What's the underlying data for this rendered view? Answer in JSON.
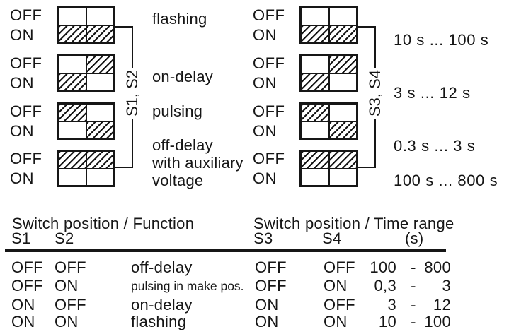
{
  "colors": {
    "ink": "#161616",
    "background": "#ffffff"
  },
  "switch_panel": {
    "off_label": "OFF",
    "on_label": "ON",
    "left_group": {
      "bracket_label": "S1, S2",
      "diagrams": [
        {
          "s_left": "ON",
          "s_right": "ON",
          "label": "flashing"
        },
        {
          "s_left": "ON",
          "s_right": "OFF",
          "label": "on-delay"
        },
        {
          "s_left": "OFF",
          "s_right": "ON",
          "label": "pulsing"
        },
        {
          "s_left": "OFF",
          "s_right": "OFF",
          "label": "off-delay\nwith auxiliary\nvoltage"
        }
      ]
    },
    "right_group": {
      "bracket_label": "S3, S4",
      "diagrams": [
        {
          "s_left": "ON",
          "s_right": "ON",
          "label": "10 s ... 100 s"
        },
        {
          "s_left": "ON",
          "s_right": "OFF",
          "label": "3 s ... 12 s"
        },
        {
          "s_left": "OFF",
          "s_right": "ON",
          "label": "0.3 s ... 3 s"
        },
        {
          "s_left": "OFF",
          "s_right": "OFF",
          "label": "100 s ... 800 s"
        }
      ]
    }
  },
  "function_table": {
    "title": "Switch position / Function",
    "columns": [
      "S1",
      "S2"
    ],
    "rows": [
      {
        "s1": "OFF",
        "s2": "OFF",
        "function": "off-delay"
      },
      {
        "s1": "OFF",
        "s2": "ON",
        "function": "pulsing in make pos."
      },
      {
        "s1": "ON",
        "s2": "OFF",
        "function": "on-delay"
      },
      {
        "s1": "ON",
        "s2": "ON",
        "function": "flashing"
      }
    ]
  },
  "time_table": {
    "title": "Switch position / Time range",
    "columns": [
      "S3",
      "S4",
      "(s)"
    ],
    "rows": [
      {
        "s3": "OFF",
        "s4": "OFF",
        "from": "100",
        "dash": "-",
        "to": "800"
      },
      {
        "s3": "OFF",
        "s4": "ON",
        "from": "0,3",
        "dash": "-",
        "to": "3"
      },
      {
        "s3": "ON",
        "s4": "OFF",
        "from": "3",
        "dash": "-",
        "to": "12"
      },
      {
        "s3": "ON",
        "s4": "ON",
        "from": "10",
        "dash": "-",
        "to": "100"
      }
    ]
  }
}
